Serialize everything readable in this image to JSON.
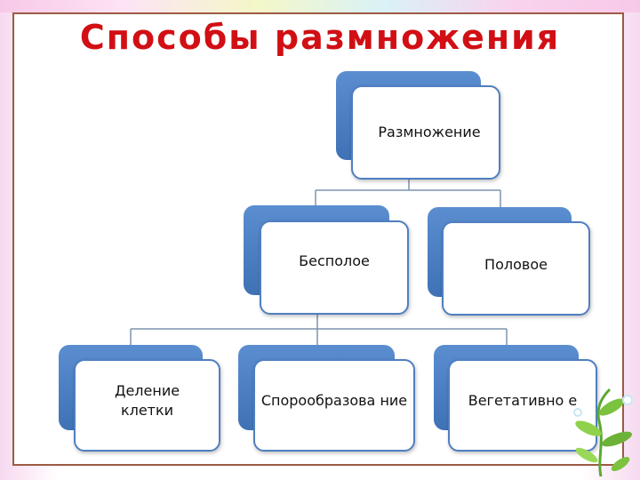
{
  "title": "Способы размножения",
  "nodes": {
    "root": "Размножение",
    "asexual": "Бесполое",
    "sexual": "Половое",
    "division": "Деление клетки",
    "sporulation": "Спорообразова ние",
    "vegetative": "Вегетативно е"
  },
  "colors": {
    "title": "#d10f14",
    "box_back": "#4a7cc0",
    "box_border": "#4f7fc0",
    "frame": "#9e5a43"
  }
}
